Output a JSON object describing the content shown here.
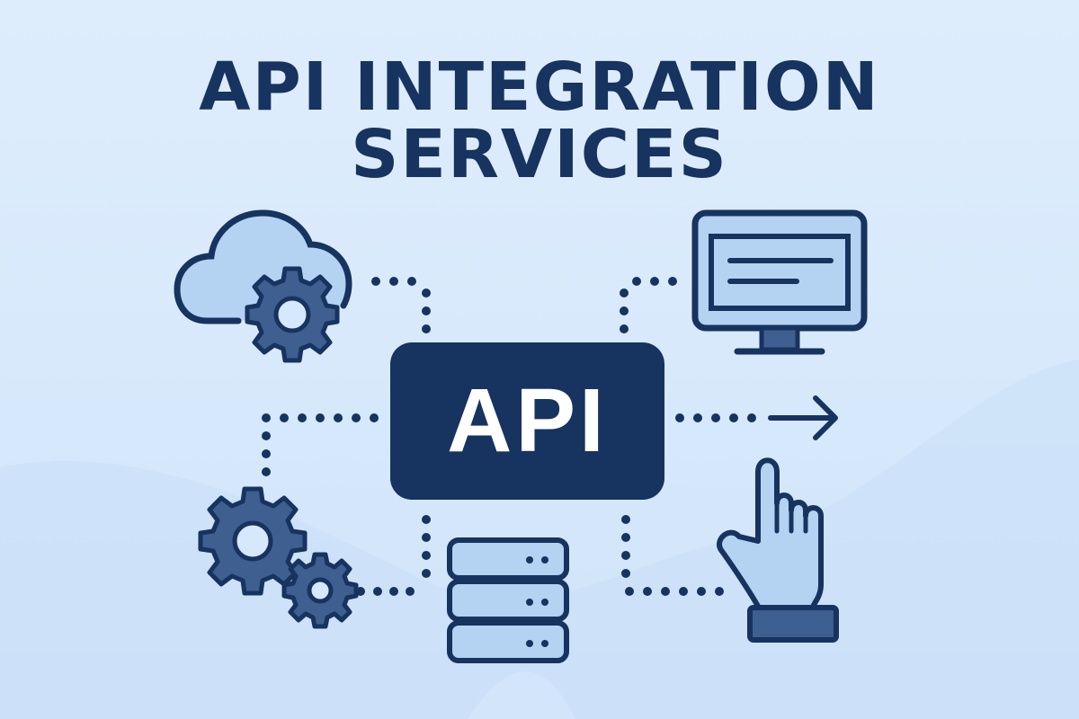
{
  "title": {
    "line1": "API INTEGRATION",
    "line2": "SERVICES"
  },
  "center": {
    "label": "API"
  },
  "icons": [
    {
      "name": "cloud-gear-icon",
      "position": "top-left"
    },
    {
      "name": "monitor-icon",
      "position": "top-right"
    },
    {
      "name": "arrow-right-icon",
      "position": "middle-right"
    },
    {
      "name": "gears-icon",
      "position": "bottom-left"
    },
    {
      "name": "database-server-icon",
      "position": "bottom-center"
    },
    {
      "name": "pointing-hand-icon",
      "position": "bottom-right"
    }
  ],
  "colors": {
    "navy": "#17335f",
    "mid_blue": "#3e5f8f",
    "light_blue": "#b4d2f1",
    "background": "#d9ebfb"
  }
}
